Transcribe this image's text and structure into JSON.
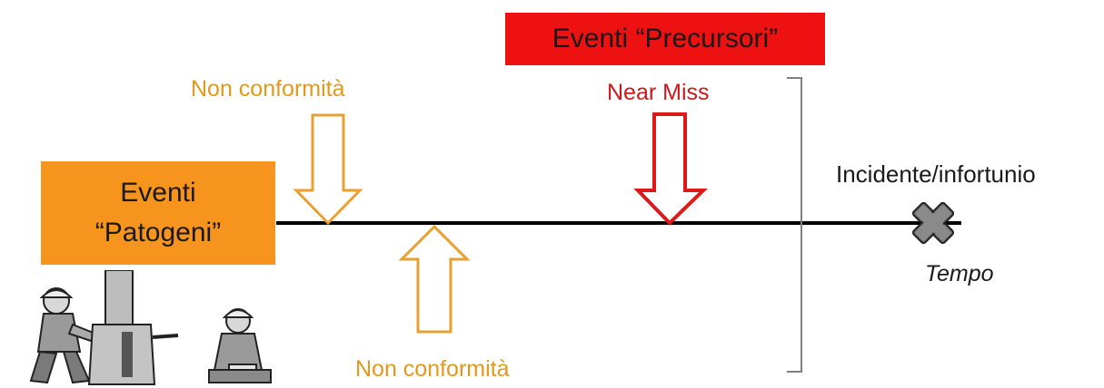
{
  "boxes": {
    "patogeni": {
      "line1": "Eventi",
      "line2": "“Patogeni”",
      "color": "#f7941d"
    },
    "precursori": {
      "text": "Eventi “Precursori”",
      "color": "#ee1111"
    }
  },
  "labels": {
    "non_conformita_top": "Non conformità",
    "non_conformita_bottom": "Non conformità",
    "near_miss": "Near Miss",
    "incidente": "Incidente/infortunio",
    "tempo": "Tempo"
  },
  "colors": {
    "timeline": "#000000",
    "non_conformita_arrow": "#e8a030",
    "near_miss_arrow": "#dd1a1a",
    "bracket": "#808080",
    "cross_marker": "#555555"
  },
  "icons": {
    "illustration": "workers-cartoon-illustration",
    "marker": "cross-marker-icon"
  }
}
